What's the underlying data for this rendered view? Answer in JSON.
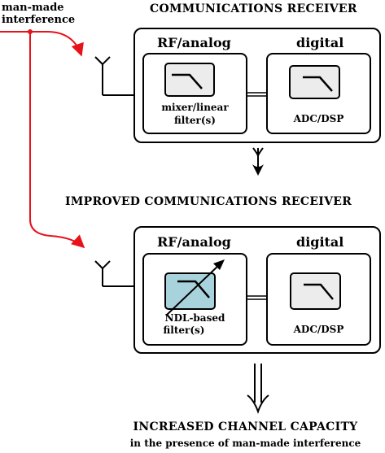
{
  "interference_label_line1": "man-made",
  "interference_label_line2": "interference",
  "receiver1": {
    "title": "COMMUNICATIONS RECEIVER",
    "rf_label": "RF/analog",
    "digital_label": "digital",
    "filter_label_line1": "mixer/linear",
    "filter_label_line2": "filter(s)",
    "dsp_label": "ADC/DSP"
  },
  "receiver2": {
    "title": "IMPROVED COMMUNICATIONS RECEIVER",
    "rf_label": "RF/analog",
    "digital_label": "digital",
    "filter_label_line1": "NDL-based",
    "filter_label_line2": "filter(s)",
    "dsp_label": "ADC/DSP"
  },
  "result_title": "INCREASED CHANNEL CAPACITY",
  "result_subtitle": "in the presence of man-made interference",
  "colors": {
    "interference": "#e8121a",
    "block_fill": "#ececec",
    "ndl_fill": "#a9d3dc",
    "stroke": "#000000"
  },
  "icons": [
    "antenna-icon",
    "lowpass-filter-icon",
    "tunable-arrow-icon",
    "down-arrow-icon",
    "double-down-arrow-icon"
  ]
}
